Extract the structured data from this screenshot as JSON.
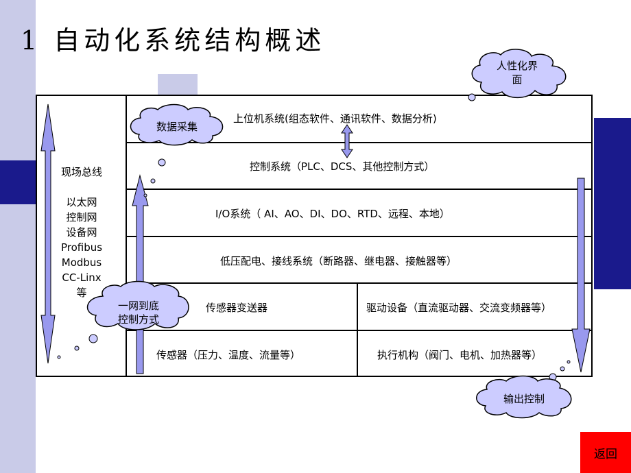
{
  "title": "1 自动化系统结构概述",
  "layers": {
    "upper": "上位机系统(组态软件、通讯软件、数据分析)",
    "control": "控制系统（PLC、DCS、其他控制方式）",
    "io": "I/O系统（ AI、AO、DI、DO、RTD、远程、本地）",
    "lowvolt": "低压配电、接线系统（断路器、继电器、接触器等）",
    "transmitter": "传感器变送器",
    "drive": "驱动设备（直流驱动器、交流变频器等）",
    "sensor": "传感器（压力、温度、流量等）",
    "actuator": "执行机构（阀门、电机、加热器等）"
  },
  "left_column": [
    "现场总线",
    "",
    "以太网",
    "控制网",
    "设备网",
    "Profibus",
    "Modbus",
    "CC-Linx",
    "等"
  ],
  "clouds": {
    "hmi": [
      "人性化界",
      "面"
    ],
    "data_collect": [
      "数据采集"
    ],
    "one_net": [
      "一网到底",
      "控制方式"
    ],
    "output": [
      "输出控制"
    ]
  },
  "return_label": "返回",
  "colors": {
    "arrow_fill": "#9999ee",
    "cloud_fill": "#ccccff",
    "deco_dark": "#1a1a8c",
    "deco_light": "#c9cbe8",
    "return_bg": "#ff0000"
  }
}
